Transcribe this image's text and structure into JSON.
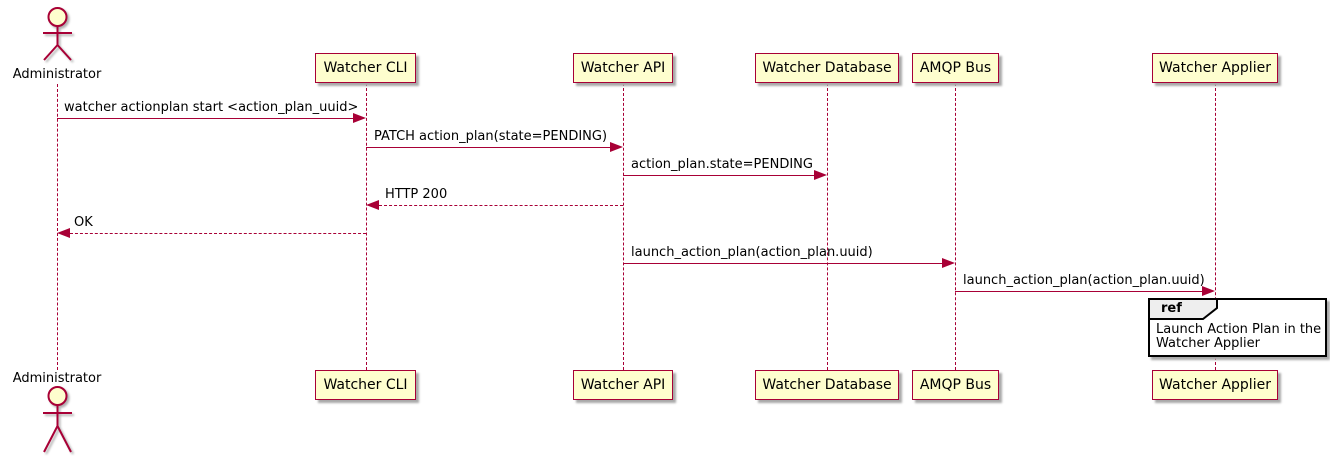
{
  "colors": {
    "participant_fill": "#FEFECE",
    "participant_border": "#A80036",
    "lifeline_color": "#A80036",
    "arrow_color": "#A80036",
    "ref_border": "#000000",
    "ref_header_fill": "#EEEEEE",
    "ref_fill": "#FFFFFF",
    "text": "#000000"
  },
  "actor": {
    "label": "Administrator"
  },
  "participants": [
    {
      "label": "Watcher CLI"
    },
    {
      "label": "Watcher API"
    },
    {
      "label": "Watcher Database"
    },
    {
      "label": "AMQP Bus"
    },
    {
      "label": "Watcher Applier"
    }
  ],
  "messages": [
    {
      "from": "Administrator",
      "to": "Watcher CLI",
      "label": "watcher actionplan start <action_plan_uuid>",
      "line": "solid"
    },
    {
      "from": "Watcher CLI",
      "to": "Watcher API",
      "label": "PATCH action_plan(state=PENDING)",
      "line": "solid"
    },
    {
      "from": "Watcher API",
      "to": "Watcher Database",
      "label": "action_plan.state=PENDING",
      "line": "solid"
    },
    {
      "from": "Watcher API",
      "to": "Watcher CLI",
      "label": "HTTP 200",
      "line": "dashed"
    },
    {
      "from": "Watcher CLI",
      "to": "Administrator",
      "label": "OK",
      "line": "dashed"
    },
    {
      "from": "Watcher API",
      "to": "AMQP Bus",
      "label": "launch_action_plan(action_plan.uuid)",
      "line": "solid"
    },
    {
      "from": "AMQP Bus",
      "to": "Watcher Applier",
      "label": "launch_action_plan(action_plan.uuid)",
      "line": "solid"
    }
  ],
  "ref_fragment": {
    "keyword": "ref",
    "over": "Watcher Applier",
    "text": "Launch Action Plan in the\nWatcher Applier"
  }
}
